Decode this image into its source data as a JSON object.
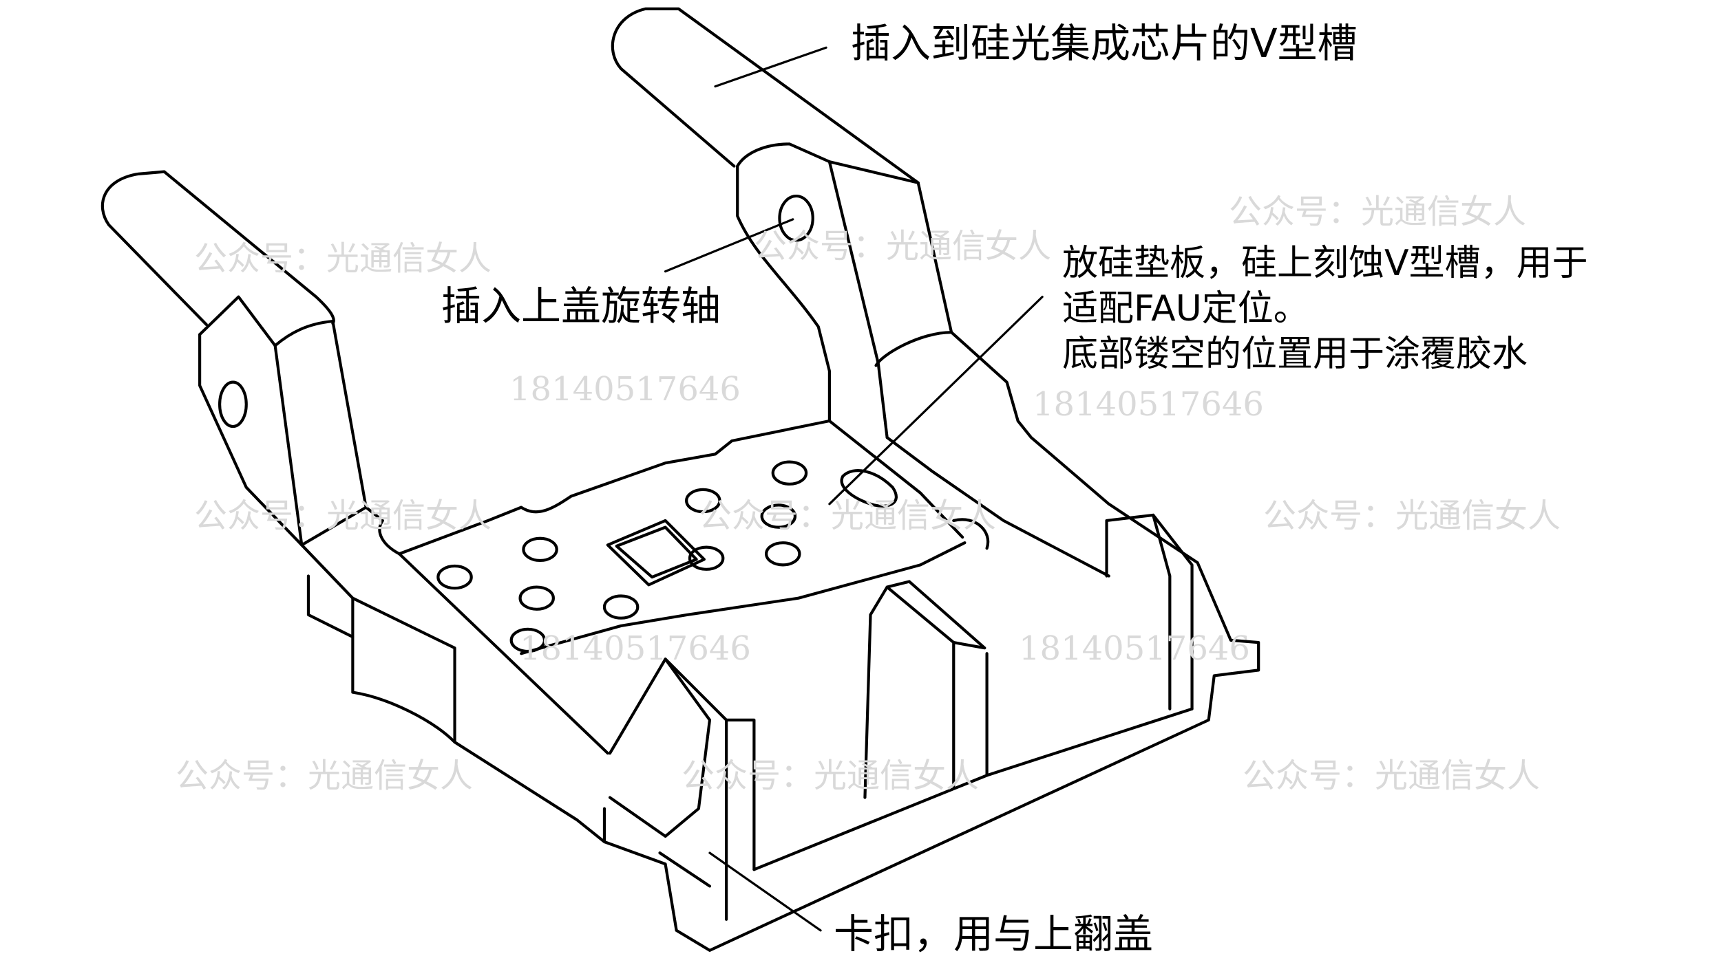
{
  "labels": {
    "v_groove_pin": "插入到硅光集成芯片的V型槽",
    "rotation_axis": "插入上盖旋转轴",
    "silicon_pad": [
      "放硅垫板，硅上刻蚀V型槽，用于",
      "适配FAU定位。",
      "底部镂空的位置用于涂覆胶水"
    ],
    "clip": "卡扣，用与上翻盖"
  },
  "watermarks": {
    "account": "公众号：光通信女人",
    "phone": "18140517646"
  },
  "colors": {
    "line": "#000000",
    "watermark": "#d9d9d9"
  }
}
